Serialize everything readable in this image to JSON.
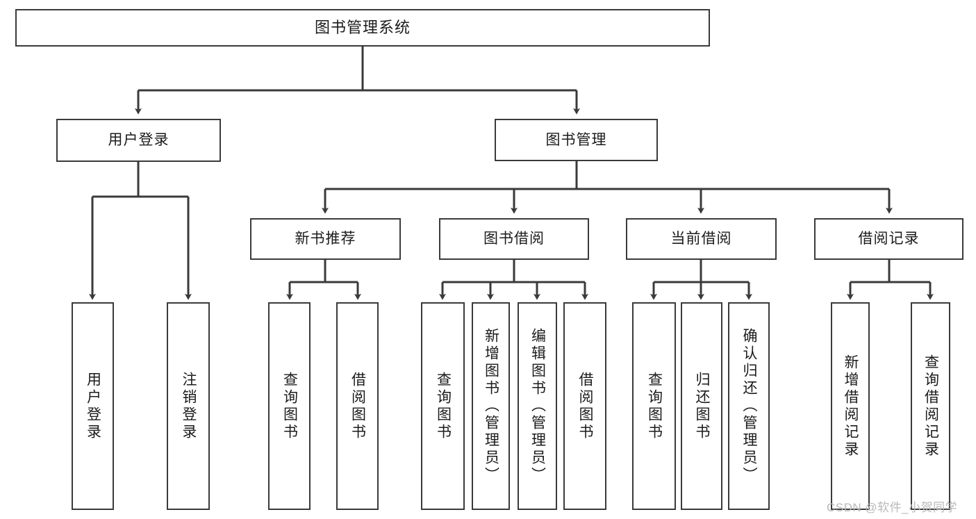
{
  "diagram": {
    "title": "图书管理系统",
    "type": "tree",
    "watermark": "CSDN @软件_小贺同学",
    "colors": {
      "stroke": "#3a3a3a",
      "box_fill": "#ffffff",
      "text": "#1b1b1b",
      "watermark": "#b9b9b9",
      "background": "#ffffff"
    },
    "root": {
      "label": "图书管理系统"
    },
    "level2": [
      {
        "label": "用户登录"
      },
      {
        "label": "图书管理"
      }
    ],
    "level3": [
      {
        "label": "新书推荐"
      },
      {
        "label": "图书借阅"
      },
      {
        "label": "当前借阅"
      },
      {
        "label": "借阅记录"
      }
    ],
    "leaves": {
      "user_login": [
        {
          "label": "用户登录"
        },
        {
          "label": "注销登录"
        }
      ],
      "new_book_recommend": [
        {
          "label": "查询图书"
        },
        {
          "label": "借阅图书"
        }
      ],
      "book_borrow": [
        {
          "label": "查询图书"
        },
        {
          "label": "新增图书（管理员）"
        },
        {
          "label": "编辑图书（管理员）"
        },
        {
          "label": "借阅图书"
        }
      ],
      "current_borrow": [
        {
          "label": "查询图书"
        },
        {
          "label": "归还图书"
        },
        {
          "label": "确认归还（管理员）"
        }
      ],
      "borrow_record": [
        {
          "label": "新增借阅记录"
        },
        {
          "label": "查询借阅记录"
        }
      ]
    }
  }
}
